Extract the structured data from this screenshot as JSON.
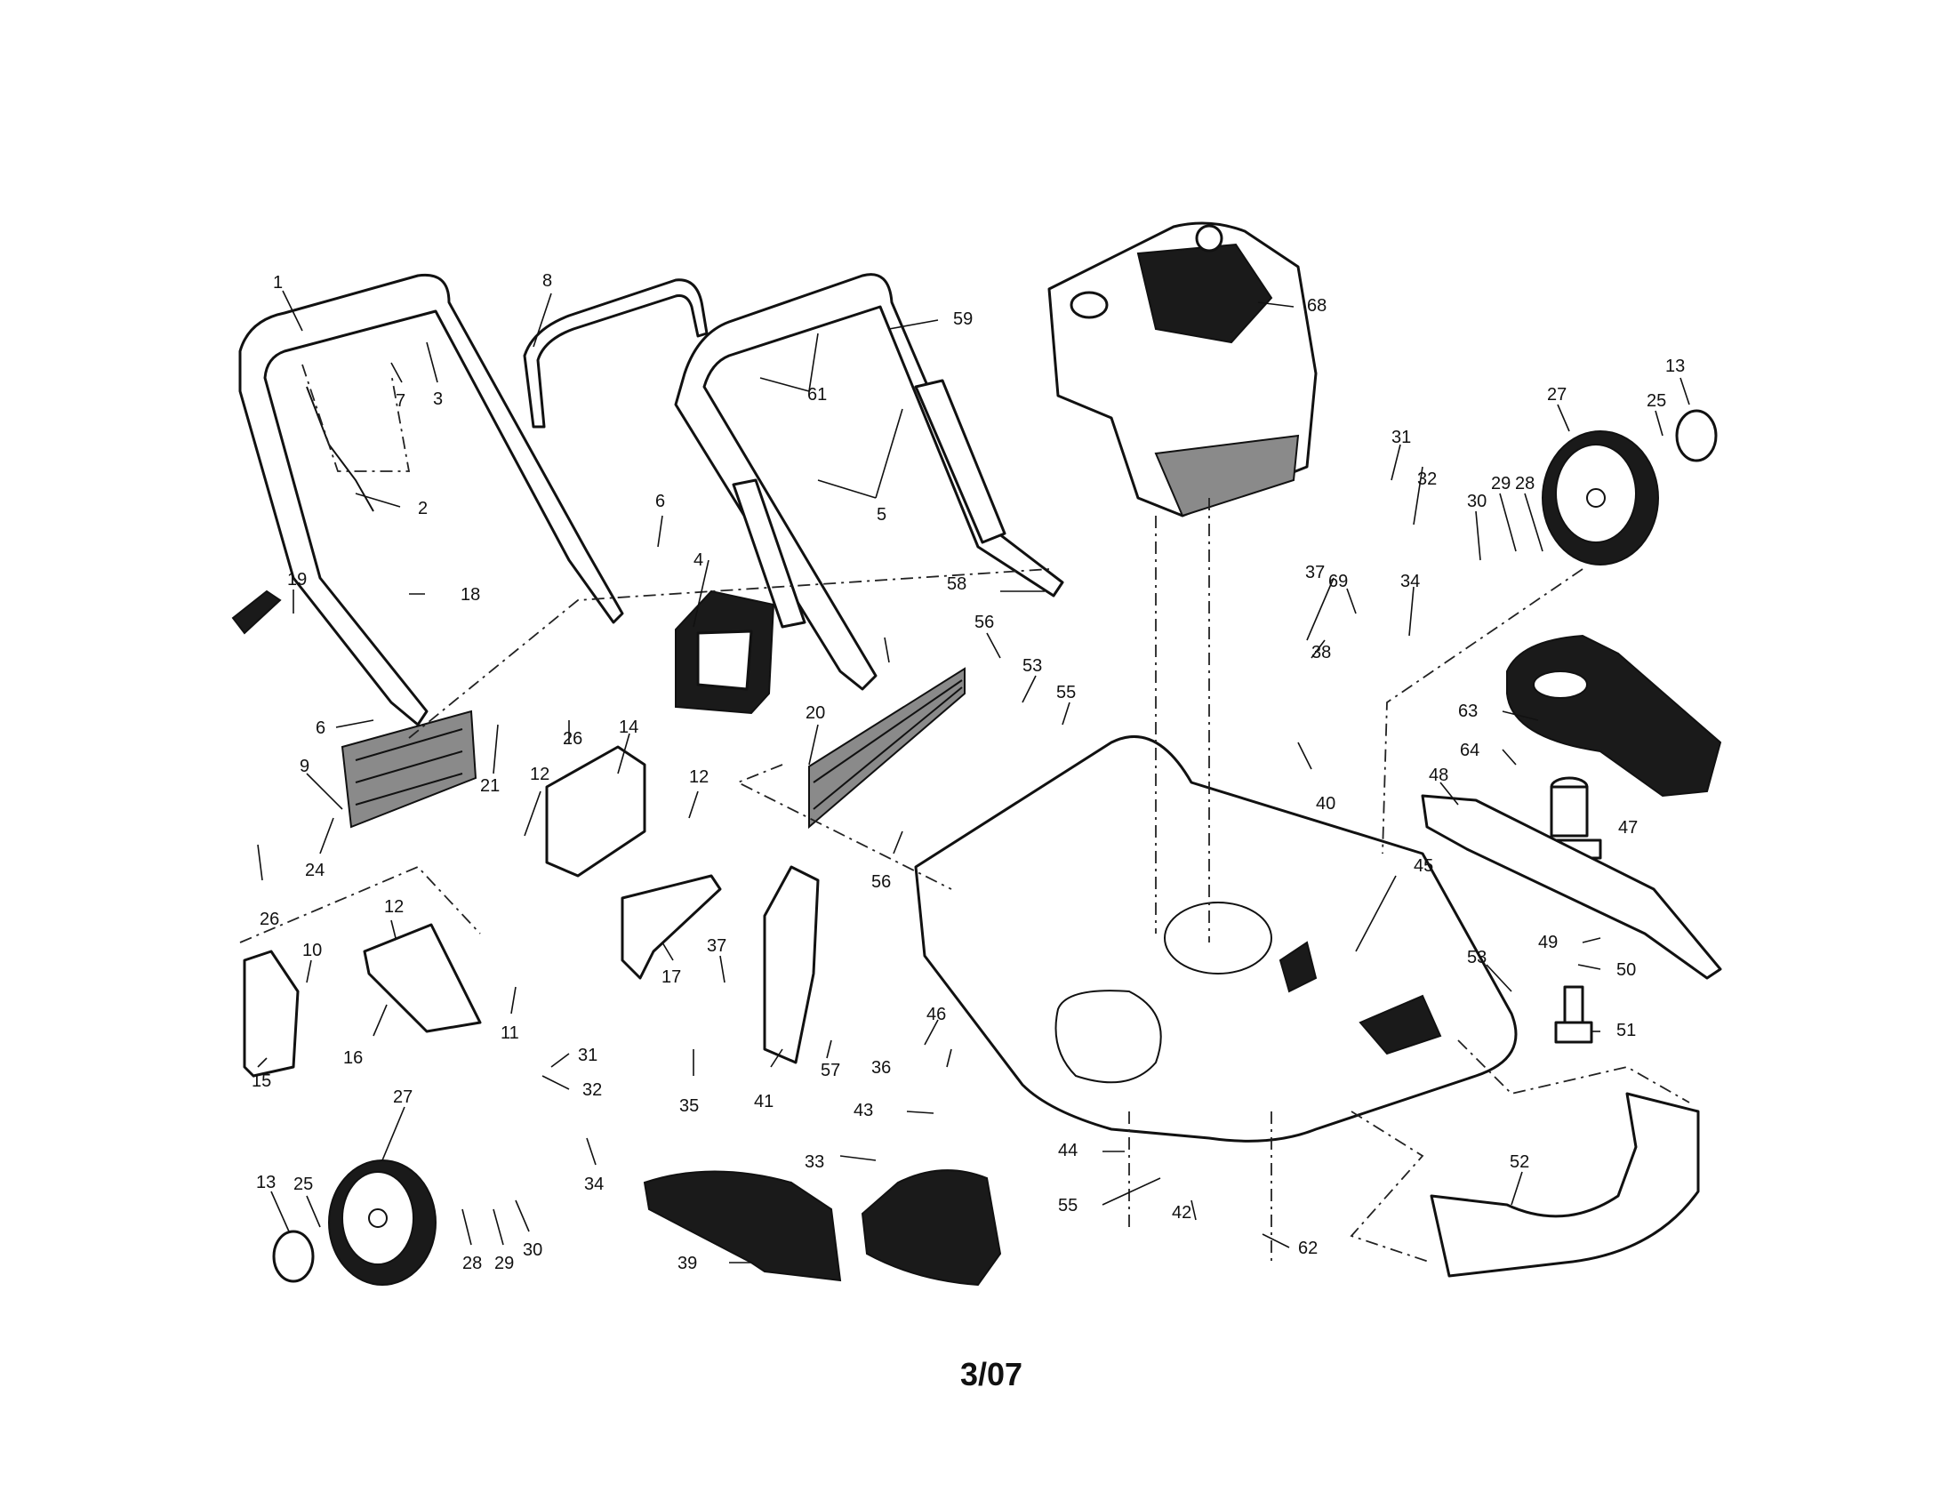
{
  "footer": {
    "date_code": "3/07"
  },
  "callouts": [
    "1",
    "2",
    "3",
    "4",
    "5",
    "6",
    "6",
    "7",
    "8",
    "9",
    "10",
    "11",
    "12",
    "12",
    "12",
    "13",
    "13",
    "14",
    "15",
    "16",
    "17",
    "18",
    "19",
    "20",
    "21",
    "24",
    "25",
    "25",
    "26",
    "26",
    "27",
    "27",
    "28",
    "28",
    "29",
    "29",
    "30",
    "30",
    "31",
    "31",
    "32",
    "32",
    "33",
    "34",
    "34",
    "35",
    "36",
    "37",
    "37",
    "38",
    "39",
    "40",
    "41",
    "42",
    "43",
    "44",
    "45",
    "46",
    "47",
    "48",
    "49",
    "50",
    "51",
    "52",
    "53",
    "53",
    "55",
    "55",
    "56",
    "56",
    "57",
    "58",
    "59",
    "61",
    "62",
    "63",
    "64",
    "68",
    "69"
  ]
}
